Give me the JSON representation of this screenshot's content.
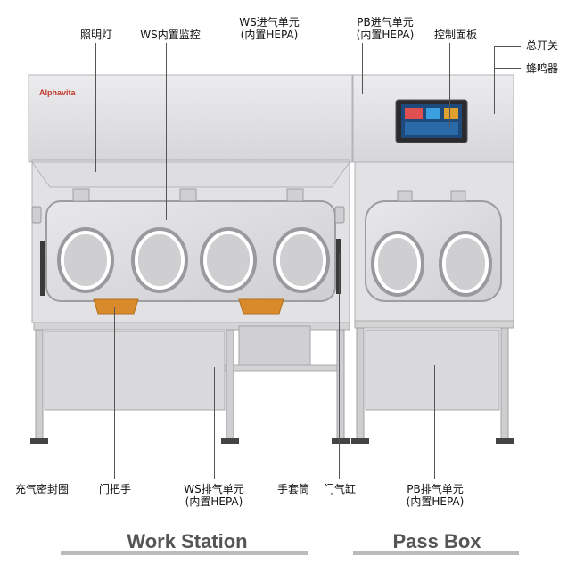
{
  "brand": "Alphavita",
  "labels": {
    "lighting": "照明灯",
    "ws_monitor": "WS内置监控",
    "ws_intake_line1": "WS进气单元",
    "ws_intake_line2": "(内置HEPA)",
    "pb_intake_line1": "PB进气单元",
    "pb_intake_line2": "(内置HEPA)",
    "control_panel": "控制面板",
    "main_switch": "总开关",
    "buzzer": "蜂鸣器",
    "seal_ring": "充气密封圈",
    "door_handle": "门把手",
    "ws_exhaust_line1": "WS排气单元",
    "ws_exhaust_line2": "(内置HEPA)",
    "glove_port": "手套筒",
    "door_cylinder": "门气缸",
    "pb_exhaust_line1": "PB排气单元",
    "pb_exhaust_line2": "(内置HEPA)"
  },
  "captions": {
    "work_station": "Work Station",
    "pass_box": "Pass Box"
  },
  "colors": {
    "body": "#e4e4e6",
    "window": "#dcdcde",
    "handle": "#d98a2a",
    "screen": "#1d4a7a",
    "brand": "#c0392b"
  }
}
